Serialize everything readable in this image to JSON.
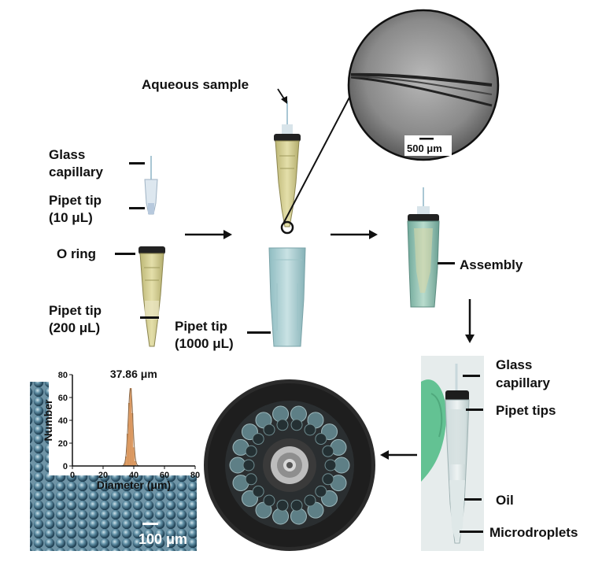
{
  "labels": {
    "aqueous_sample": "Aqueous sample",
    "glass_capillary_line1": "Glass",
    "glass_capillary_line2": "capillary",
    "pipet_tip_10_line1": "Pipet tip",
    "pipet_tip_10_line2": "(10 μL)",
    "o_ring": "O ring",
    "pipet_tip_200_line1": "Pipet tip",
    "pipet_tip_200_line2": "(200 μL)",
    "pipet_tip_1000_line1": "Pipet tip",
    "pipet_tip_1000_line2": "(1000 μL)",
    "assembly": "Assembly",
    "photo_glass_capillary_line1": "Glass",
    "photo_glass_capillary_line2": "capillary",
    "photo_pipet_tips": "Pipet tips",
    "photo_oil": "Oil",
    "photo_microdroplets": "Microdroplets",
    "scale_inset": "500 μm",
    "scale_micrograph": "100 μm"
  },
  "chart_data": {
    "type": "histogram",
    "annotation": "37.86 μm",
    "xlabel": "Diameter (μm)",
    "ylabel": "Number",
    "xlim": [
      0,
      80
    ],
    "ylim": [
      0,
      80
    ],
    "xticks": [
      0,
      20,
      40,
      60,
      80
    ],
    "yticks": [
      0,
      20,
      40,
      60,
      80
    ],
    "bins": [
      {
        "x": 33,
        "y": 0
      },
      {
        "x": 34,
        "y": 2
      },
      {
        "x": 35,
        "y": 8
      },
      {
        "x": 36,
        "y": 28
      },
      {
        "x": 37,
        "y": 55
      },
      {
        "x": 38,
        "y": 68
      },
      {
        "x": 39,
        "y": 46
      },
      {
        "x": 40,
        "y": 16
      },
      {
        "x": 41,
        "y": 4
      },
      {
        "x": 42,
        "y": 0
      }
    ],
    "bar_color": "#e8a873"
  },
  "colors": {
    "tip_yellow": "#d9d49a",
    "tip_blue": "#a9cfd3",
    "glove_green": "#6fc79a",
    "rotor_dark": "#1f1f1f"
  }
}
